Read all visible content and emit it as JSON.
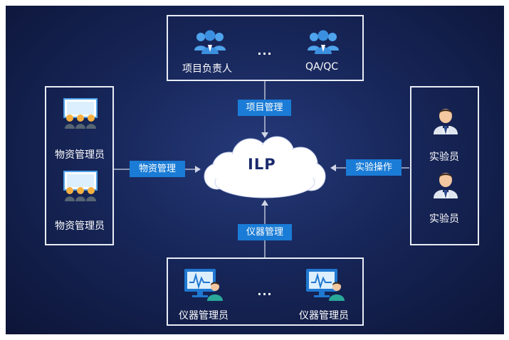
{
  "center": {
    "label": "ILP"
  },
  "top": {
    "left_label": "项目负责人",
    "dots": "···",
    "right_label": "QA/QC",
    "tag": "项目管理",
    "icon": "user-group-icon"
  },
  "left": {
    "label_1": "物资管理员",
    "label_2": "物资管理员",
    "tag": "物资管理",
    "icon": "presentation-audience-icon"
  },
  "right": {
    "label_1": "实验员",
    "label_2": "实验员",
    "tag": "实验操作",
    "icon": "businessman-icon"
  },
  "bottom": {
    "left_label": "仪器管理员",
    "dots": "···",
    "right_label": "仪器管理员",
    "tag": "仪器管理",
    "icon": "monitor-user-icon"
  },
  "colors": {
    "background": "#172659",
    "tag": "#1a7cd6",
    "frame": "#e8ecf5",
    "cloud": "#ffffff"
  }
}
